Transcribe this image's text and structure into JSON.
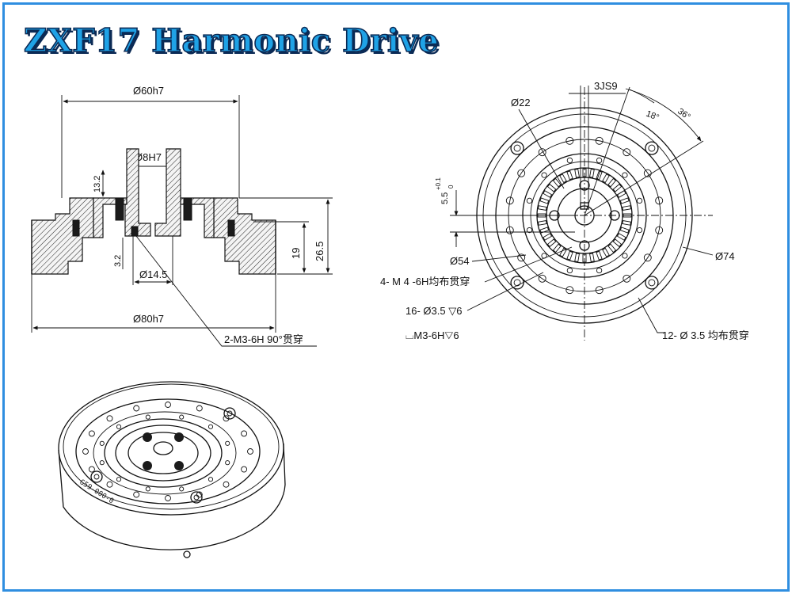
{
  "title": "ZXF17 Harmonic Drive",
  "side_view": {
    "dia_top": "Ø60h7",
    "dia_bore": "Ø8H7",
    "dim_13_2": "13.2",
    "dim_3_2": "3.2",
    "dia_14_5": "Ø14.5",
    "dim_19": "19",
    "dim_26_5": "26.5",
    "dia_bottom": "Ø80h7",
    "callout_thread": "2-M3-6H 90°贯穿"
  },
  "front_view": {
    "dia_22": "Ø22",
    "key_3js9": "3JS9",
    "angle_18": "18°",
    "angle_36": "36°",
    "dim_5_5": "5.5",
    "tol_upper": "+0.1",
    "tol_lower": "0",
    "dia_54": "Ø54",
    "dia_74": "Ø74",
    "callout_m4": "4- M 4 -6H均布贯穿",
    "callout_16": "16- Ø3.5 ▽6",
    "callout_m3": "⌴M3-6H▽6",
    "callout_12": "12- Ø 3.5 均布贯穿"
  },
  "iso_view": {
    "engraving": "G59-000-0"
  }
}
